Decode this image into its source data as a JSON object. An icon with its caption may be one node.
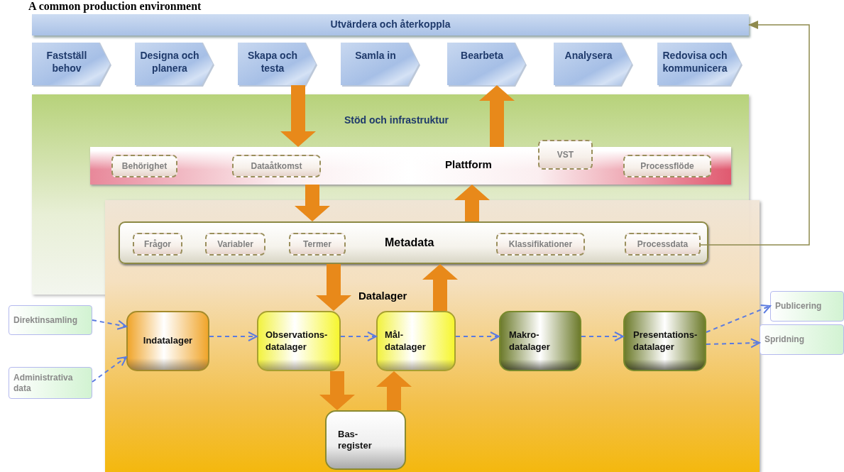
{
  "diagram": {
    "title": "A common production environment",
    "nodes": [
      {
        "text": [
          "Utvärdera och återkoppla"
        ]
      },
      {
        "text": [
          "Fastställ behov"
        ]
      },
      {
        "text": [
          "Designa och planera"
        ]
      },
      {
        "text": [
          "Skapa och testa"
        ]
      },
      {
        "text": [
          "Samla in"
        ]
      },
      {
        "text": [
          "Bearbeta"
        ]
      },
      {
        "text": [
          "Analysera"
        ]
      },
      {
        "text": [
          "Redovisa och kommunicera"
        ]
      },
      {
        "text": [
          "Stöd och infrastruktur"
        ]
      },
      {
        "text": [
          "Plattform"
        ],
        "in": 8
      },
      {
        "text": [
          "Behörighet"
        ],
        "in": 9
      },
      {
        "text": [
          "Dataåtkomst"
        ],
        "in": 9
      },
      {
        "text": [
          "VST"
        ],
        "in": 8
      },
      {
        "text": [
          "Processflöde"
        ],
        "in": 9
      },
      {
        "text": [
          "Datalager"
        ]
      },
      {
        "text": [
          "Metadata"
        ]
      },
      {
        "text": [
          "Frågor"
        ],
        "in": 15
      },
      {
        "text": [
          "Variabler"
        ],
        "in": 15
      },
      {
        "text": [
          "Termer"
        ],
        "in": 15
      },
      {
        "text": [
          "Klassifikationer"
        ],
        "in": 15
      },
      {
        "text": [
          "Processdata"
        ],
        "in": 15
      },
      {
        "text": [
          "Indatalager"
        ],
        "in": 14
      },
      {
        "text": [
          "Observations- datalager"
        ],
        "in": 14
      },
      {
        "text": [
          "Mål- datalager"
        ],
        "in": 14
      },
      {
        "text": [
          "Makro- datalager"
        ],
        "in": 14
      },
      {
        "text": [
          "Presentations- datalager"
        ],
        "in": 14
      },
      {
        "text": [
          "Bas- register"
        ],
        "in": 14
      },
      {
        "text": [
          "Direktinsamling"
        ]
      },
      {
        "text": [
          "Administrativa data"
        ]
      },
      {
        "text": [
          "Publicering"
        ]
      },
      {
        "text": [
          "Spridning"
        ]
      }
    ],
    "edges": [
      {
        "from": 3,
        "to": 9,
        "arrow": "to",
        "style": "thick",
        "color": "#e8891a"
      },
      {
        "from": 9,
        "to": 5,
        "arrow": "to",
        "style": "thick",
        "color": "#e8891a"
      },
      {
        "from": 9,
        "to": 15,
        "arrow": "to",
        "style": "thick",
        "color": "#e8891a"
      },
      {
        "from": 15,
        "to": 9,
        "arrow": "to",
        "style": "thick",
        "color": "#e8891a"
      },
      {
        "from": 15,
        "to": 22,
        "arrow": "to",
        "style": "thick",
        "color": "#e8891a"
      },
      {
        "from": 23,
        "to": 15,
        "arrow": "to",
        "style": "thick",
        "color": "#e8891a"
      },
      {
        "from": 22,
        "to": 26,
        "arrow": "to",
        "style": "thick",
        "color": "#e8891a"
      },
      {
        "from": 26,
        "to": 23,
        "arrow": "to",
        "style": "thick",
        "color": "#e8891a"
      },
      {
        "from": 20,
        "to": 0,
        "arrow": "to",
        "color": "#8f8a4e"
      },
      {
        "from": 27,
        "to": 21,
        "arrow": "to",
        "style": "dashed",
        "color": "#5b7be0"
      },
      {
        "from": 28,
        "to": 21,
        "arrow": "to",
        "style": "dashed",
        "color": "#5b7be0"
      },
      {
        "from": 21,
        "to": 22,
        "arrow": "to",
        "style": "dashed",
        "color": "#5b7be0"
      },
      {
        "from": 22,
        "to": 23,
        "arrow": "to",
        "style": "dashed",
        "color": "#5b7be0"
      },
      {
        "from": 23,
        "to": 24,
        "arrow": "to",
        "style": "dashed",
        "color": "#5b7be0"
      },
      {
        "from": 24,
        "to": 25,
        "arrow": "to",
        "style": "dashed",
        "color": "#5b7be0"
      },
      {
        "from": 25,
        "to": 29,
        "arrow": "to",
        "style": "dashed",
        "color": "#5b7be0"
      },
      {
        "from": 25,
        "to": 30,
        "arrow": "to",
        "style": "dashed",
        "color": "#5b7be0"
      }
    ]
  }
}
